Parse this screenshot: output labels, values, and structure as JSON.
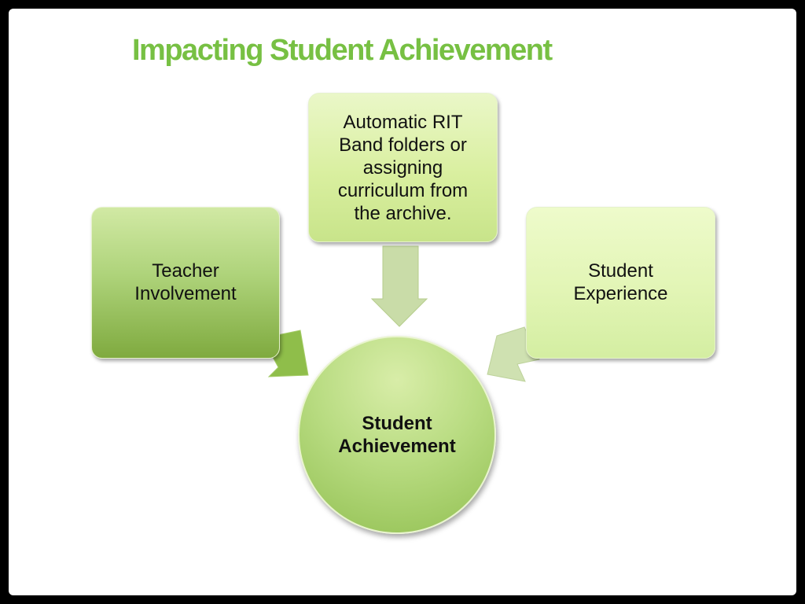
{
  "title": "Impacting Student Achievement",
  "nodes": {
    "left": {
      "lines": [
        "Teacher",
        "Involvement"
      ]
    },
    "top": {
      "lines": [
        "Automatic RIT",
        "Band folders or",
        "assigning",
        "curriculum from",
        "the archive."
      ]
    },
    "right": {
      "lines": [
        "Student",
        "Experience"
      ]
    },
    "center": {
      "lines": [
        "Student",
        "Achievement"
      ]
    }
  },
  "colors": {
    "title": "#77c043",
    "arrow_left": "#8fbe4a",
    "arrow_top": "#c9dca8",
    "arrow_right": "#cfe1b1"
  }
}
